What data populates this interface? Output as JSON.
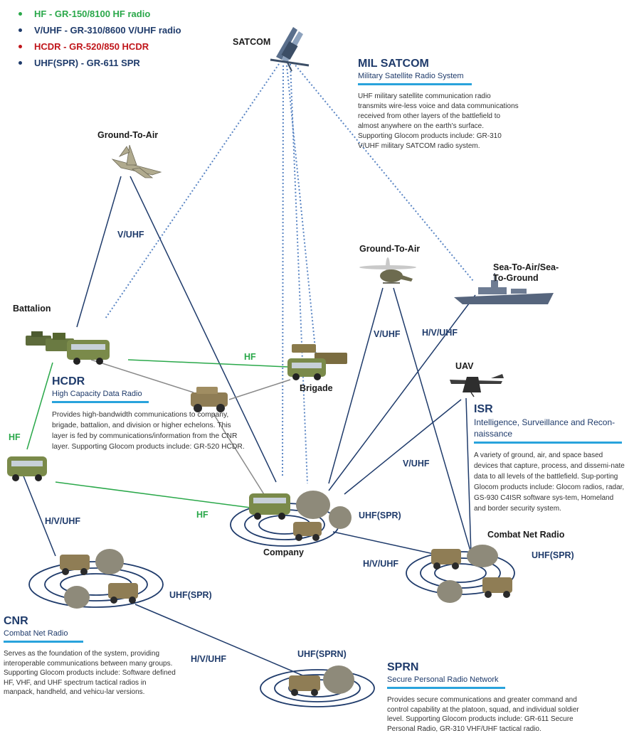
{
  "legend": [
    {
      "text": "HF - GR-150/8100 HF radio",
      "color": "#2aa84a"
    },
    {
      "text": "V/UHF  - GR-310/8600 V/UHF radio",
      "color": "#1f3b6b"
    },
    {
      "text": "HCDR  - GR-520/850 HCDR",
      "color": "#c0161b"
    },
    {
      "text": "UHF(SPR) - GR-611 SPR",
      "color": "#1f3b6b"
    }
  ],
  "nodes": {
    "satcom": "SATCOM",
    "ground_to_air_jet": "Ground-To-Air",
    "ground_to_air_heli": "Ground-To-Air",
    "sea": "Sea-To-Air/Sea-\nTo-Ground",
    "uav": "UAV",
    "battalion": "Battalion",
    "brigade": "Brigade",
    "company": "Company",
    "combat_net_radio": "Combat Net Radio"
  },
  "link_labels": {
    "vuhf_jet": "V/UHF",
    "vuhf_heli": "V/UHF",
    "hvuhf_ship": "H/V/UHF",
    "hf_brigade": "HF",
    "hf_left": "HF",
    "hf_company": "HF",
    "hvuhf_left": "H/V/UHF",
    "vuhf_uav": "V/UHF",
    "uhfspr_company": "UHF(SPR)",
    "hvuhf_mid": "H/V/UHF",
    "uhfspr_cnr_right": "UHF(SPR)",
    "uhfspr_cnr_left": "UHF(SPR)",
    "hvuhf_bottom": "H/V/UHF",
    "uhfsprn": "UHF(SPRN)"
  },
  "sections": {
    "mil_satcom": {
      "title": "MIL SATCOM",
      "subtitle": "Military Satellite Radio System",
      "body": "UHF military satellite communication radio transmits wire-less voice and data communications received from other layers of the battlefield to almost anywhere on the earth's surface. Supporting Glocom products include: GR-310 V/UHF military SATCOM radio system."
    },
    "hcdr": {
      "title": "HCDR",
      "subtitle": "High Capacity Data Radio",
      "body": "Provides high-bandwidth communications to company, brigade, battalion, and division or higher echelons. This layer is fed by communications/information from the CNR layer. Supporting Glocom products include: GR-520 HCDR."
    },
    "isr": {
      "title": "ISR",
      "subtitle": "Intelligence, Surveillance and Recon-naissance",
      "body": "A variety of ground, air, and space based devices that capture, process, and dissemi-nate data to all levels of the battlefield. Sup-porting Glocom products include: Glocom radios, radar, GS-930 C4ISR software sys-tem, Homeland and border security system."
    },
    "cnr": {
      "title": "CNR",
      "subtitle": "Combat Net Radio",
      "body": "Serves as the foundation of the system, providing interoperable communications between many groups. Supporting Glocom products include: Software defined HF, VHF, and UHF spectrum tactical radios in manpack, handheld, and vehicu-lar versions."
    },
    "sprn": {
      "title": "SPRN",
      "subtitle": "Secure Personal Radio Network",
      "body": "Provides secure communications and greater command and control capability at the platoon, squad, and individual soldier level. Supporting Glocom products include: GR-611 Secure Personal Radio, GR-310 VHF/UHF tactical radio."
    }
  },
  "colors": {
    "navy": "#1f3b6b",
    "green": "#2aa84a",
    "red": "#c0161b",
    "accent": "#29a3dc",
    "dotted": "#5b86c4"
  }
}
